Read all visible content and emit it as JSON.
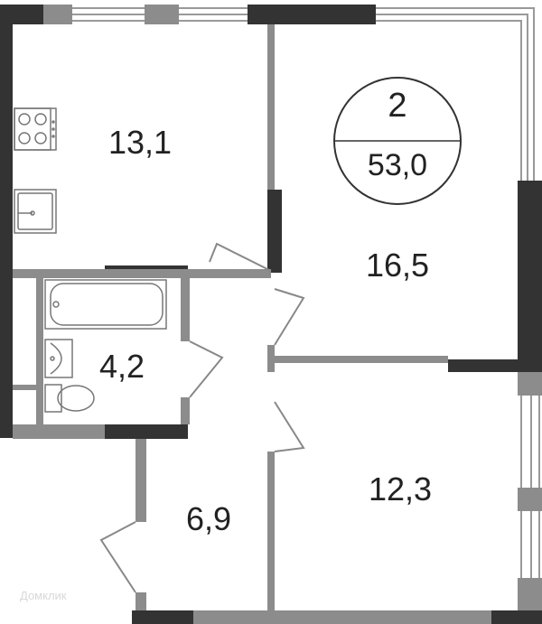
{
  "plan": {
    "rooms_count": "2",
    "total_area": "53,0",
    "rooms": [
      {
        "id": "kitchen",
        "area": "13,1"
      },
      {
        "id": "room-large",
        "area": "16,5"
      },
      {
        "id": "bathroom",
        "area": "4,2"
      },
      {
        "id": "hallway",
        "area": "6,9"
      },
      {
        "id": "room-small",
        "area": "12,3"
      }
    ],
    "watermark": "Домклик"
  },
  "colors": {
    "wall_dark": "#333333",
    "wall_grey": "#8c8c8c",
    "line": "#999999",
    "text": "#222222"
  }
}
